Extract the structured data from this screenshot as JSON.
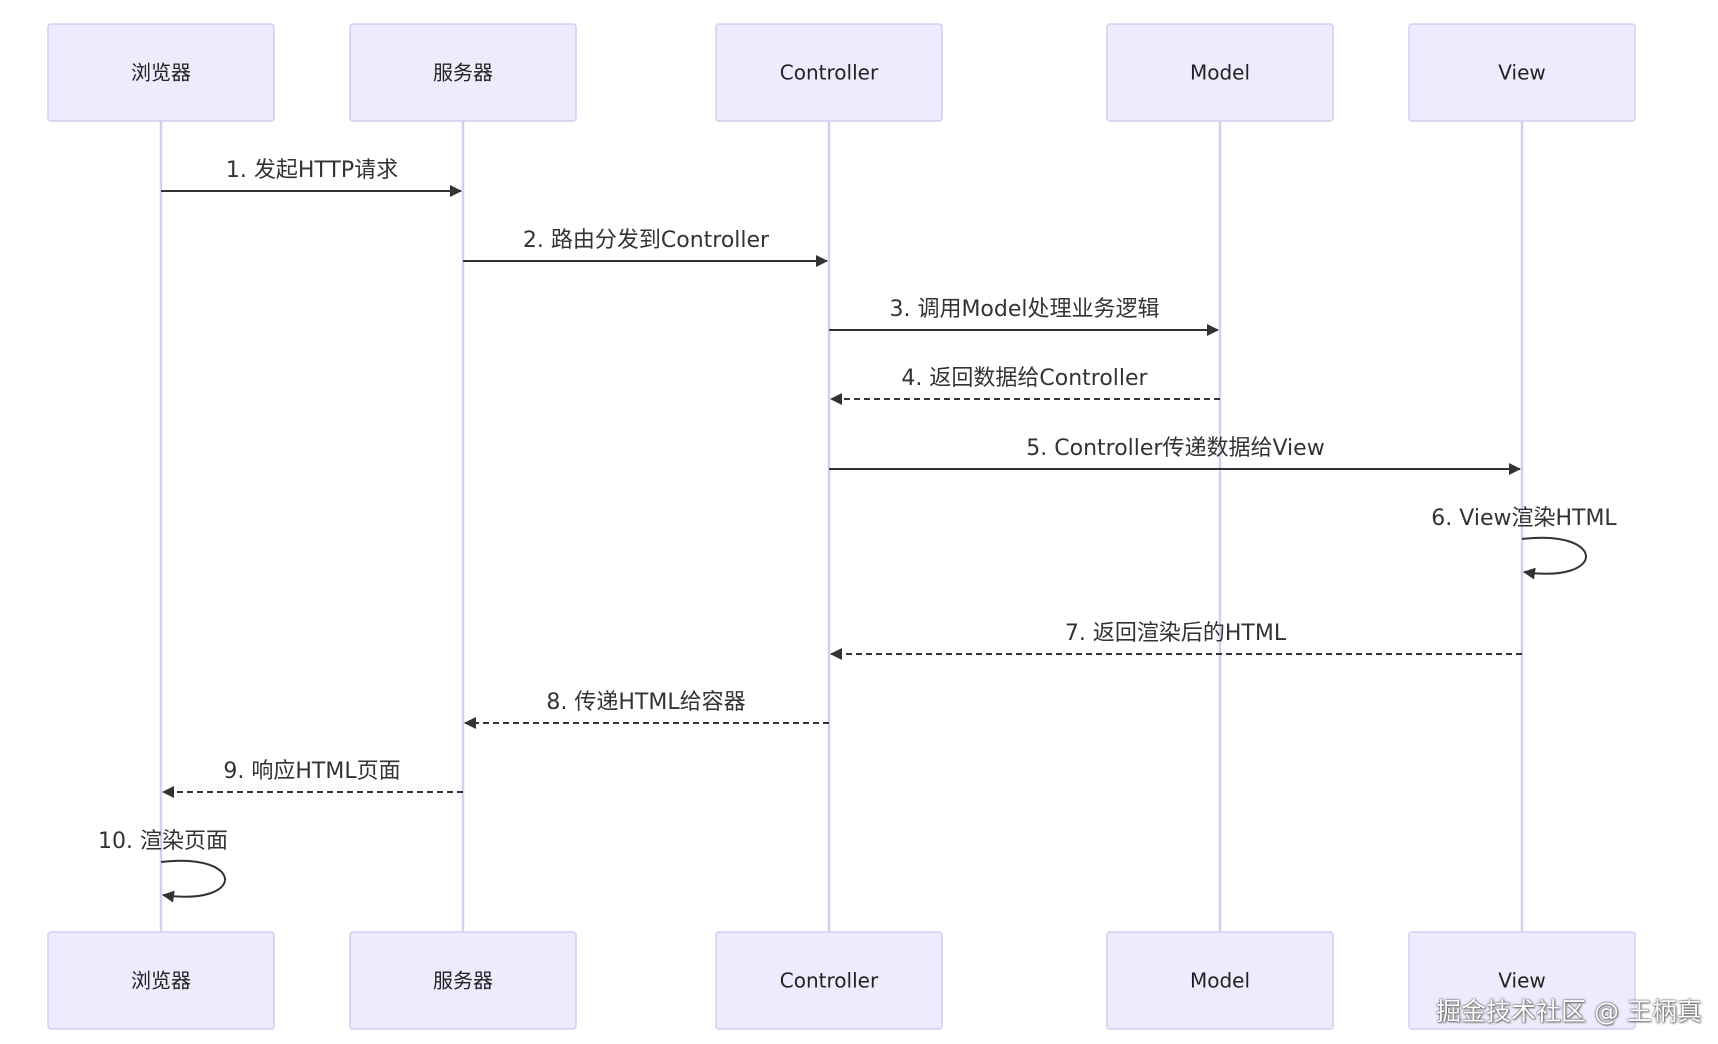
{
  "actors": [
    {
      "id": "browser",
      "label": "浏览器"
    },
    {
      "id": "server",
      "label": "服务器"
    },
    {
      "id": "controller",
      "label": "Controller"
    },
    {
      "id": "model",
      "label": "Model"
    },
    {
      "id": "view",
      "label": "View"
    }
  ],
  "messages": [
    {
      "from": "browser",
      "to": "server",
      "label": "1. 发起HTTP请求",
      "style": "solid"
    },
    {
      "from": "server",
      "to": "controller",
      "label": "2. 路由分发到Controller",
      "style": "solid"
    },
    {
      "from": "controller",
      "to": "model",
      "label": "3. 调用Model处理业务逻辑",
      "style": "solid"
    },
    {
      "from": "model",
      "to": "controller",
      "label": "4. 返回数据给Controller",
      "style": "dashed"
    },
    {
      "from": "controller",
      "to": "view",
      "label": "5. Controller传递数据给View",
      "style": "solid"
    },
    {
      "from": "view",
      "to": "view",
      "label": "6. View渲染HTML",
      "style": "solid",
      "self": true
    },
    {
      "from": "view",
      "to": "controller",
      "label": "7. 返回渲染后的HTML",
      "style": "dashed"
    },
    {
      "from": "controller",
      "to": "server",
      "label": "8. 传递HTML给容器",
      "style": "dashed"
    },
    {
      "from": "server",
      "to": "browser",
      "label": "9. 响应HTML页面",
      "style": "dashed"
    },
    {
      "from": "browser",
      "to": "browser",
      "label": "10. 渲染页面",
      "style": "solid",
      "self": true
    }
  ],
  "watermark": "掘金技术社区 @ 王柄真"
}
